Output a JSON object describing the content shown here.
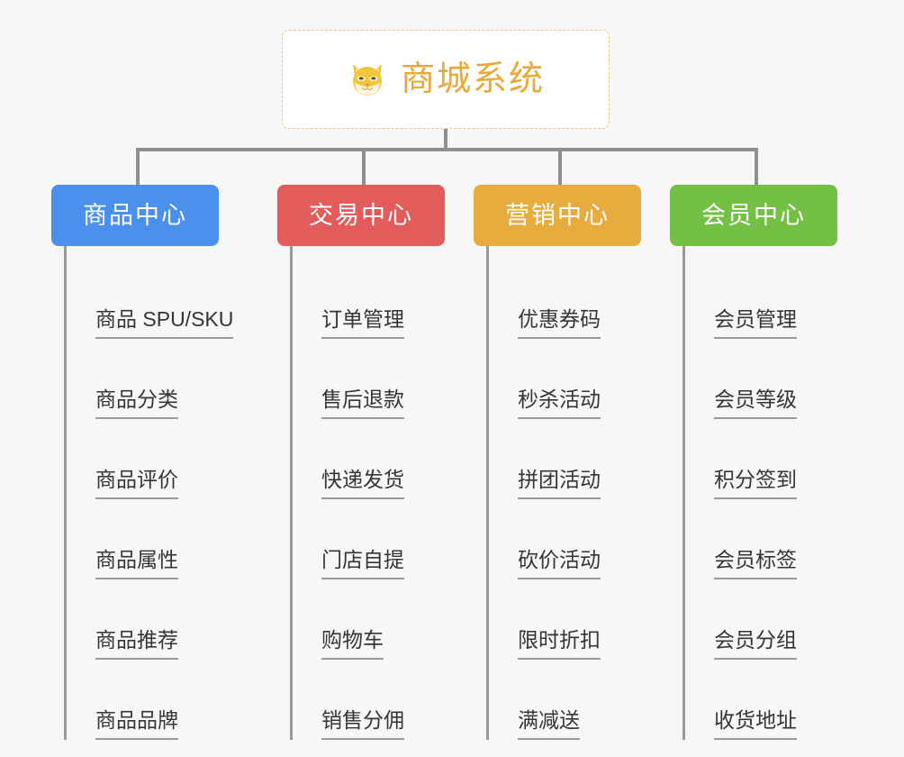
{
  "diagram": {
    "background_color": "#f7f7f7",
    "root": {
      "title": "商城系统",
      "icon": "shiba-dog-icon",
      "title_color": "#e8a83a",
      "border_color": "#eac377"
    },
    "connector_color": "#909090",
    "columns": [
      {
        "id": "product-center",
        "label": "商品中心",
        "color": "#4a90ec",
        "items": [
          "商品 SPU/SKU",
          "商品分类",
          "商品评价",
          "商品属性",
          "商品推荐",
          "商品品牌"
        ]
      },
      {
        "id": "trade-center",
        "label": "交易中心",
        "color": "#e35c5c",
        "items": [
          "订单管理",
          "售后退款",
          "快递发货",
          "门店自提",
          "购物车",
          "销售分佣"
        ]
      },
      {
        "id": "marketing-center",
        "label": "营销中心",
        "color": "#e8ab3d",
        "items": [
          "优惠券码",
          "秒杀活动",
          "拼团活动",
          "砍价活动",
          "限时折扣",
          "满减送"
        ]
      },
      {
        "id": "member-center",
        "label": "会员中心",
        "color": "#74c044",
        "items": [
          "会员管理",
          "会员等级",
          "积分签到",
          "会员标签",
          "会员分组",
          "收货地址"
        ]
      }
    ]
  }
}
